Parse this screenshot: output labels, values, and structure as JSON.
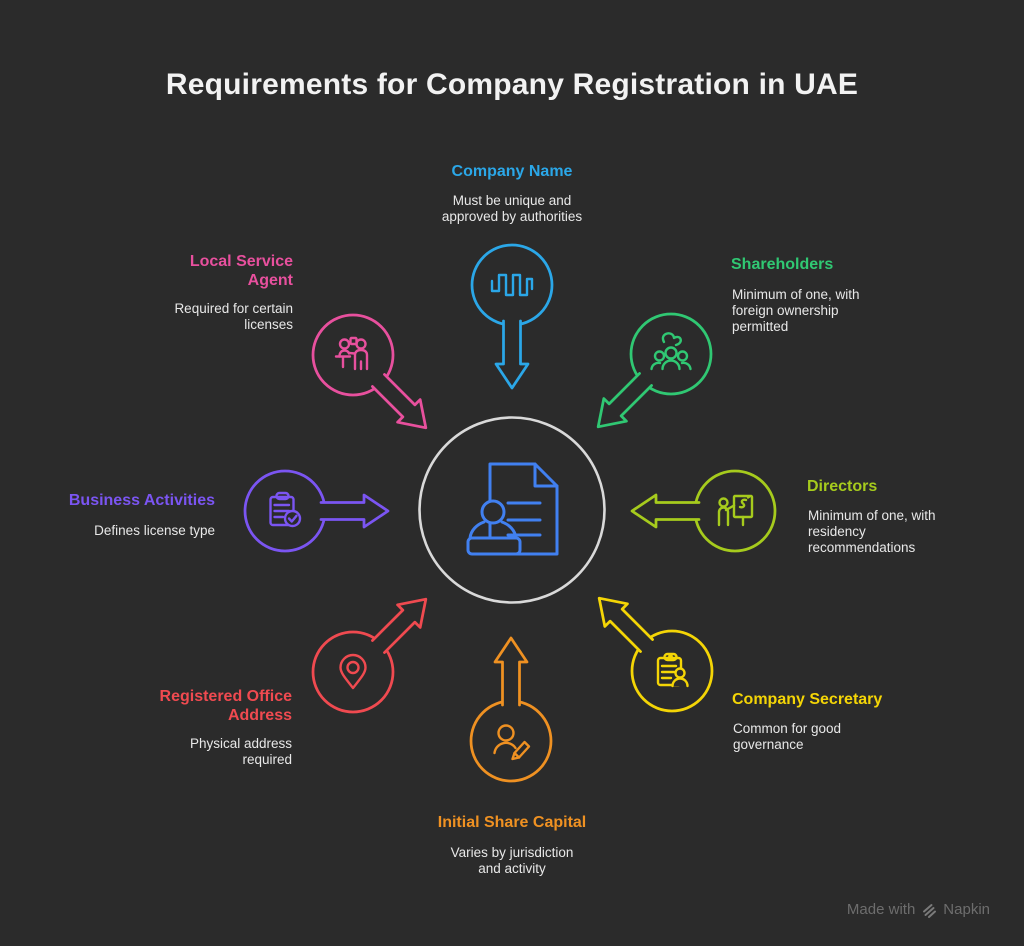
{
  "title": "Requirements for Company Registration in UAE",
  "colors": {
    "background": "#2b2b2b",
    "title_text": "#f2f2f2",
    "description_text": "#e8e8e8",
    "center_ring": "#d9d9d9",
    "center_icon": "#4180f0",
    "watermark_text": "#6d6d6d"
  },
  "center": {
    "icon": "document-stamp-icon"
  },
  "nodes": [
    {
      "id": "company-name",
      "label": "Company Name",
      "description": "Must be unique and\napproved by authorities",
      "color": "#2ba7e8",
      "icon": "waveform-icon",
      "position": "top"
    },
    {
      "id": "shareholders",
      "label": "Shareholders",
      "description": "Minimum of one, with\nforeign ownership\npermitted",
      "color": "#30c873",
      "icon": "shareholders-group-icon",
      "position": "top-right"
    },
    {
      "id": "directors",
      "label": "Directors",
      "description": "Minimum of one, with\nresidency\nrecommendations",
      "color": "#a6cb1d",
      "icon": "presenter-board-icon",
      "position": "right"
    },
    {
      "id": "company-secretary",
      "label": "Company Secretary",
      "description": "Common for good\ngovernance",
      "color": "#f4d506",
      "icon": "clipboard-person-icon",
      "position": "bottom-right"
    },
    {
      "id": "initial-share-capital",
      "label": "Initial Share Capital",
      "description": "Varies by jurisdiction\nand activity",
      "color": "#ef9122",
      "icon": "person-pencil-icon",
      "position": "bottom"
    },
    {
      "id": "registered-office-address",
      "label": "Registered Office\nAddress",
      "description": "Physical address\nrequired",
      "color": "#f04a50",
      "icon": "location-pin-icon",
      "position": "bottom-left"
    },
    {
      "id": "business-activities",
      "label": "Business Activities",
      "description": "Defines license type",
      "color": "#7b55f2",
      "icon": "clipboard-check-icon",
      "position": "left"
    },
    {
      "id": "local-service-agent",
      "label": "Local Service\nAgent",
      "description": "Required for certain\nlicenses",
      "color": "#e8509e",
      "icon": "service-desk-icon",
      "position": "top-left"
    }
  ],
  "watermark": {
    "prefix": "Made with",
    "brand": "Napkin"
  }
}
